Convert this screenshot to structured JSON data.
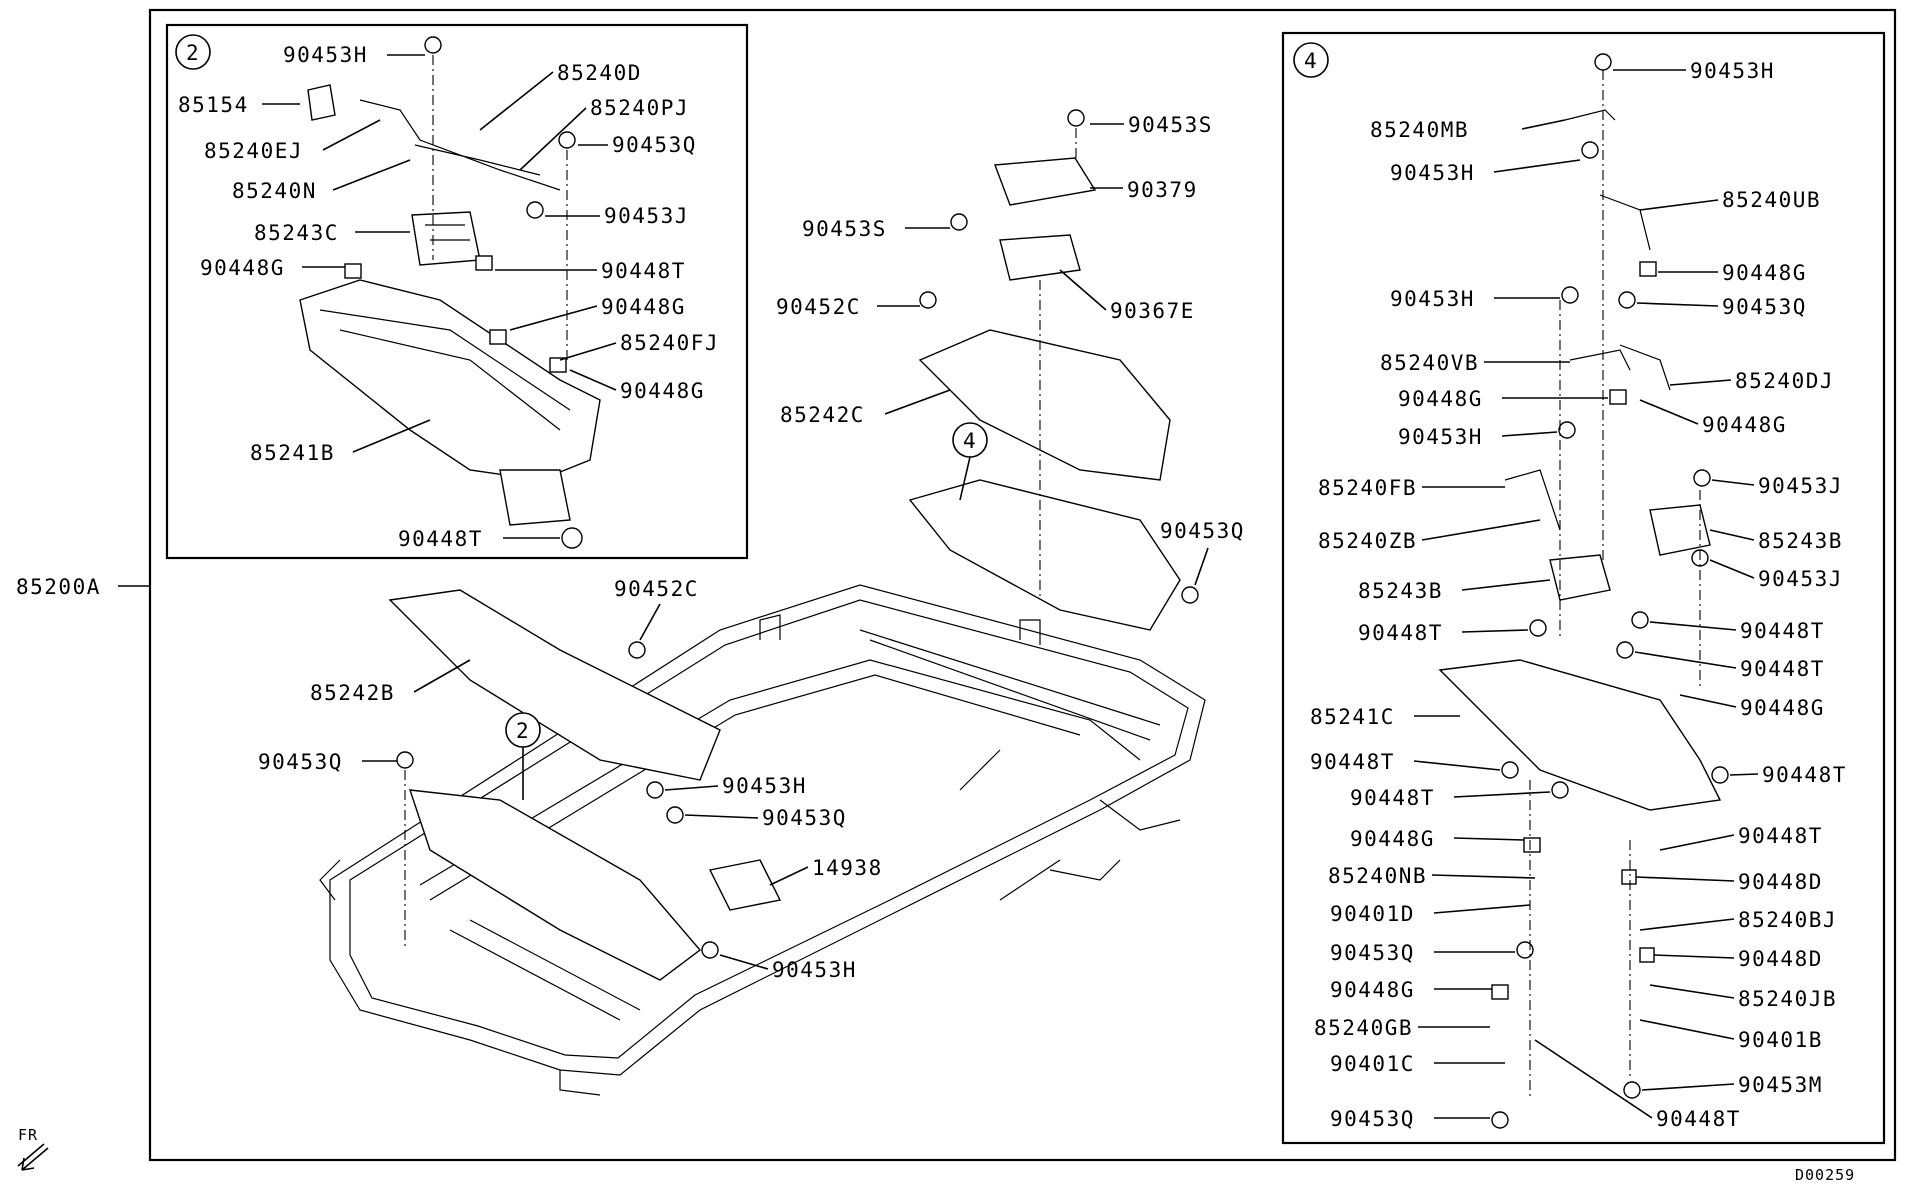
{
  "main_assembly": "85200A",
  "drawing_id": "D00259",
  "direction": "FR",
  "callouts": {
    "two": "2",
    "four": "4"
  },
  "inset2": [
    "90453H",
    "85154",
    "85240D",
    "85240PJ",
    "85240EJ",
    "90453Q",
    "85240N",
    "90453J",
    "85243C",
    "90448G",
    "90448T",
    "90448G",
    "85240FJ",
    "90448G",
    "85241B",
    "90448T"
  ],
  "center": [
    "90453S",
    "90379",
    "90453S",
    "90452C",
    "90367E",
    "85242C",
    "90453Q",
    "90452C",
    "85242B",
    "90453Q",
    "90453H",
    "90453Q",
    "14938",
    "90453H"
  ],
  "inset4": [
    "90453H",
    "85240MB",
    "90453H",
    "85240UB",
    "90448G",
    "90453H",
    "90453Q",
    "85240VB",
    "85240DJ",
    "90448G",
    "90448G",
    "90453H",
    "90453J",
    "85240FB",
    "85243B",
    "85240ZB",
    "90453J",
    "85243B",
    "90448T",
    "90448T",
    "90448T",
    "85241C",
    "90448G",
    "90448T",
    "90448T",
    "90448T",
    "90448G",
    "90448T",
    "85240NB",
    "90448D",
    "90401D",
    "85240BJ",
    "90453Q",
    "90448D",
    "90448G",
    "85240JB",
    "85240GB",
    "90401B",
    "90401C",
    "90453M",
    "90453Q",
    "90448T"
  ]
}
